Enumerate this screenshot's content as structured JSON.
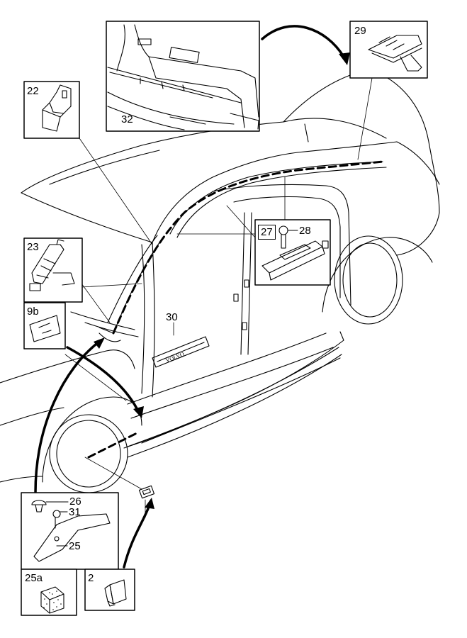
{
  "callouts": {
    "c2": "2",
    "c9b": "9b",
    "c22": "22",
    "c23": "23",
    "c25": "25",
    "c25a": "25a",
    "c26": "26",
    "c27": "27",
    "c28": "28",
    "c29": "29",
    "c30": "30",
    "c31": "31",
    "c32": "32"
  }
}
